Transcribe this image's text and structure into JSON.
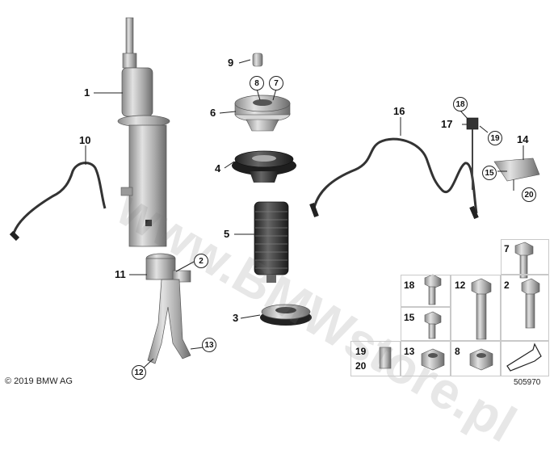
{
  "copyright": "© 2019 BMW AG",
  "diagram_number": "505970",
  "watermark": "www.BMWstore.pl",
  "callouts": {
    "c1": "1",
    "c2": "2",
    "c3": "3",
    "c4": "4",
    "c5": "5",
    "c6": "6",
    "c7": "7",
    "c8": "8",
    "c9": "9",
    "c10": "10",
    "c11": "11",
    "c12": "12",
    "c13": "13",
    "c14": "14",
    "c15": "15",
    "c16": "16",
    "c17": "17",
    "c18": "18",
    "c19": "19",
    "c20": "20"
  },
  "grid": {
    "g7": "7",
    "g18": "18",
    "g12": "12",
    "g2": "2",
    "g15": "15",
    "g19": "19",
    "g20": "20",
    "g13": "13",
    "g8": "8"
  }
}
